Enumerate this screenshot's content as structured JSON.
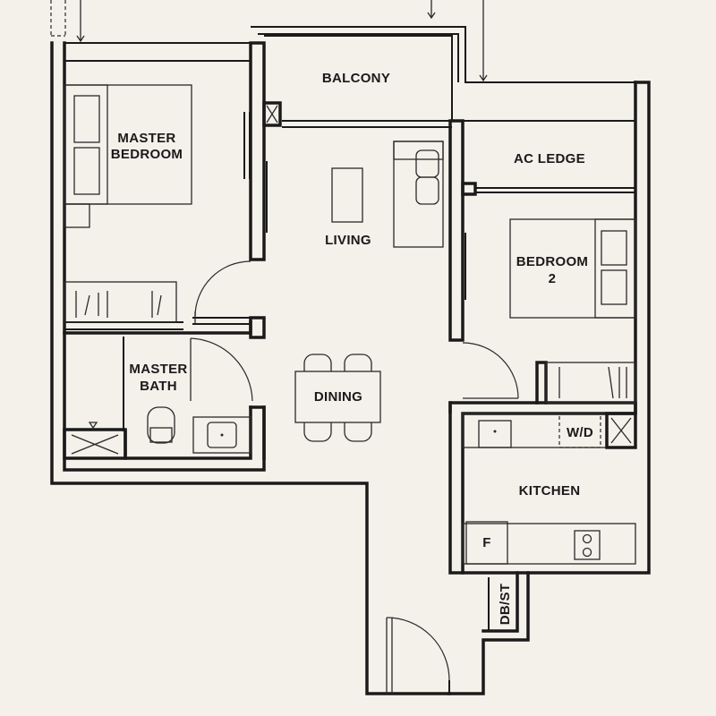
{
  "rooms": {
    "balcony": "BALCONY",
    "master_bedroom": [
      "MASTER",
      "BEDROOM"
    ],
    "living": "LIVING",
    "ac_ledge": "AC LEDGE",
    "bedroom_2": [
      "BEDROOM",
      "2"
    ],
    "master_bath": [
      "MASTER",
      "BATH"
    ],
    "dining": "DINING",
    "kitchen": "KITCHEN",
    "washer_dryer": "W/D",
    "fridge": "F",
    "db_st": "DB/ST"
  },
  "colors": {
    "background": "#f4f0ea",
    "line": "#1a1a1a"
  }
}
